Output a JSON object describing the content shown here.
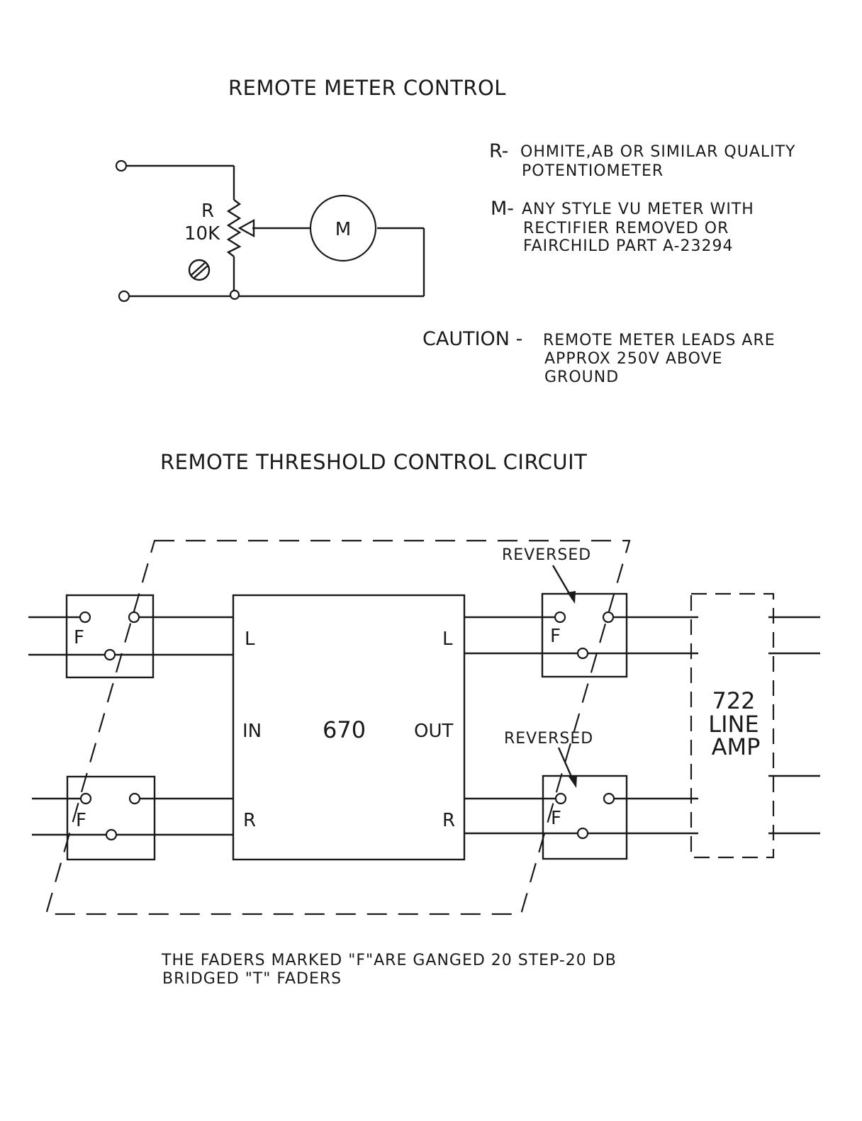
{
  "meter_section": {
    "title": "REMOTE METER CONTROL",
    "resistor_label": "R",
    "resistor_value": "10K",
    "meter_label": "M",
    "note_r": {
      "prefix": "R-",
      "line1": "OHMITE,AB OR SIMILAR QUALITY",
      "line2": "POTENTIOMETER"
    },
    "note_m": {
      "prefix": "M-",
      "line1": "ANY STYLE VU METER WITH",
      "line2": "RECTIFIER REMOVED OR",
      "line3": "FAIRCHILD PART A-23294"
    },
    "caution": {
      "label": "CAUTION -",
      "line1": "REMOTE METER LEADS ARE",
      "line2": "APPROX 250V ABOVE",
      "line3": "GROUND"
    }
  },
  "threshold_section": {
    "title": "REMOTE THRESHOLD CONTROL CIRCUIT",
    "fader_label": "F",
    "reversed_label": "REVERSED",
    "unit": {
      "number": "670",
      "in_label": "IN",
      "out_label": "OUT",
      "left_label": "L",
      "right_label": "R"
    },
    "line_amp": {
      "line1": "722",
      "line2": "LINE",
      "line3": "AMP"
    },
    "footnote": {
      "line1": "THE FADERS MARKED \"F\"ARE GANGED 20 STEP-20 DB",
      "line2": "BRIDGED \"T\" FADERS"
    }
  }
}
